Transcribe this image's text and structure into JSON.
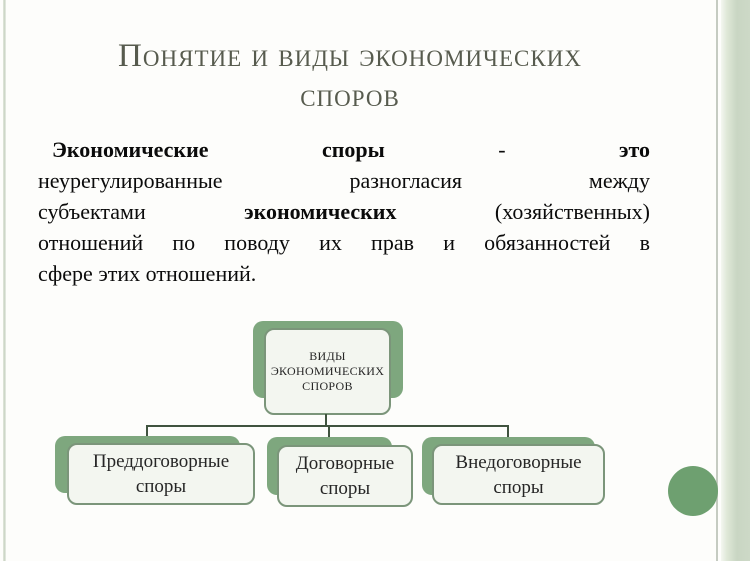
{
  "slide_title": {
    "lines": [
      "Понятие и виды экономических",
      "споров"
    ]
  },
  "definition": {
    "lines": [
      {
        "segments": [
          {
            "text": "Экономические",
            "bold": true
          },
          {
            "text": "споры",
            "bold": true
          },
          {
            "text": "-",
            "bold": false
          },
          {
            "text": "это",
            "bold": true
          }
        ]
      },
      {
        "segments": [
          {
            "text": "неурегулированные разногласия между",
            "bold": false
          }
        ]
      },
      {
        "segments": [
          {
            "text": "субъектами",
            "bold": false
          },
          {
            "text": "экономических",
            "bold": true
          },
          {
            "text": "(хозяйственных)",
            "bold": false
          }
        ]
      },
      {
        "segments": [
          {
            "text": "отношений по поводу их прав и обязанностей в",
            "bold": false
          }
        ]
      },
      {
        "segments": [
          {
            "text": "сфере этих отношений.",
            "bold": false
          }
        ]
      }
    ]
  },
  "diagram": {
    "root": {
      "label": "ВИДЫ ЭКОНОМИЧЕСКИХ СПОРОВ",
      "lines": [
        "ВИДЫ",
        "ЭКОНОМИЧЕСКИХ",
        "СПОРОВ"
      ]
    },
    "children": [
      {
        "label": "Преддоговорные споры",
        "lines": [
          "Преддоговорные",
          "споры"
        ]
      },
      {
        "label": "Договорные споры",
        "lines": [
          "Договорные",
          "споры"
        ]
      },
      {
        "label": "Внедоговорные споры",
        "lines": [
          "Внедоговорные",
          "споры"
        ]
      }
    ]
  },
  "colors": {
    "background": "#fdfdfb",
    "title_text": "#575b4e",
    "body_text": "#0b0b0b",
    "node_back_green": "#7ea77e",
    "node_face_fill": "#f3f6f0",
    "node_border": "#7b957a",
    "connector": "#40533f",
    "right_stripe": "#cbd6c4",
    "accent_circle": "#6ea070",
    "left_edge_line": "#c8d3c3"
  }
}
